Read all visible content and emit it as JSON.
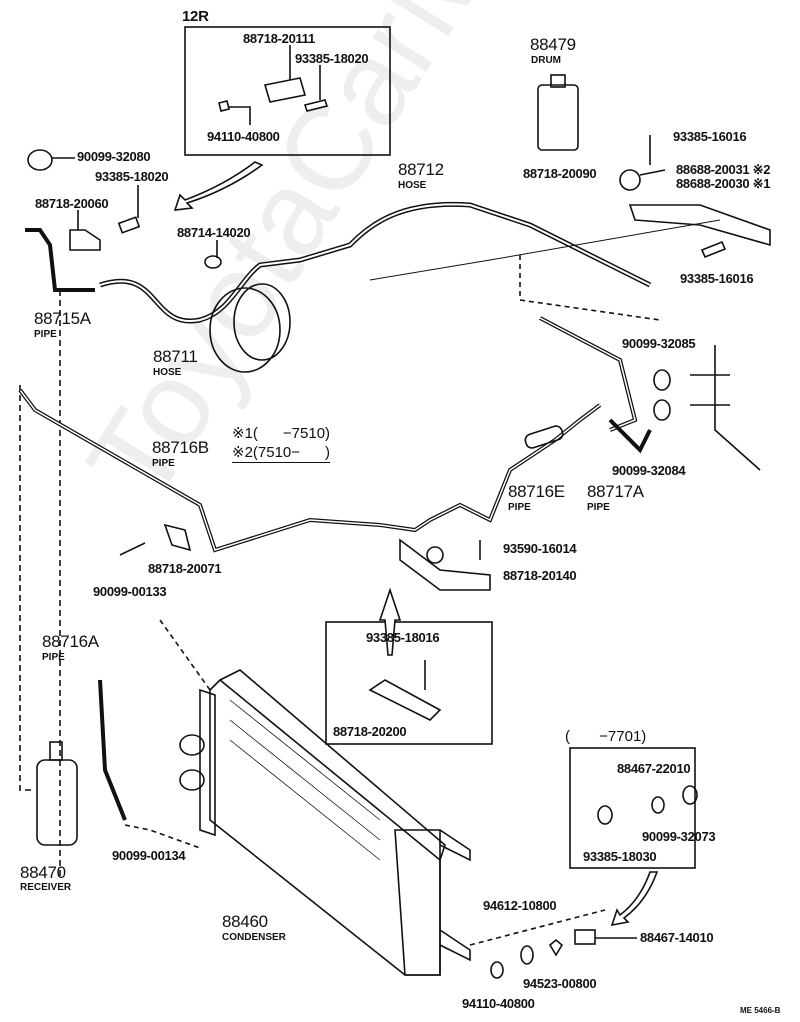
{
  "inset_12r": {
    "title": "12R",
    "labels": [
      "88718-20111",
      "93385-18020",
      "94110-40800"
    ]
  },
  "parts": {
    "p90099_32080": "90099-32080",
    "p93385_18020": "93385-18020",
    "p88718_20060": "88718-20060",
    "p88714_14020": "88714-14020",
    "p88715A": {
      "num": "88715A",
      "name": "PIPE"
    },
    "p88711": {
      "num": "88711",
      "name": "HOSE"
    },
    "p88479": {
      "num": "88479",
      "name": "DRUM"
    },
    "p93385_16016a": "93385-16016",
    "p88718_20090": "88718-20090",
    "p88688_20031": "88688-20031 ※2",
    "p88688_20030": "88688-20030 ※1",
    "p88712": {
      "num": "88712",
      "name": "HOSE"
    },
    "p93385_16016b": "93385-16016",
    "p90099_32085": "90099-32085",
    "p88716B": {
      "num": "88716B",
      "name": "PIPE"
    },
    "p90099_32084": "90099-32084",
    "p88716E": {
      "num": "88716E",
      "name": "PIPE"
    },
    "p88717A": {
      "num": "88717A",
      "name": "PIPE"
    },
    "p93590_16014": "93590-16014",
    "p88718_20140": "88718-20140",
    "p88718_20071": "88718-20071",
    "p90099_00133": "90099-00133",
    "p88716A": {
      "num": "88716A",
      "name": "PIPE"
    },
    "p90099_00134": "90099-00134",
    "p88470": {
      "num": "88470",
      "name": "RECEIVER"
    },
    "p88460": {
      "num": "88460",
      "name": "CONDENSER"
    },
    "p94612_10800": "94612-10800",
    "p88467_14010": "88467-14010",
    "p94523_00800": "94523-00800",
    "p94110_40800": "94110-40800"
  },
  "notes": {
    "n1": "※1(      −7510)",
    "n2": "※2(7510−      )"
  },
  "inset_bracket": {
    "labels": [
      "93385-18016",
      "88718-20200"
    ]
  },
  "inset_7701": {
    "title": "(       −7701)",
    "labels": [
      "88467-22010",
      "90099-32073",
      "93385-18030"
    ]
  },
  "footer": {
    "code": "ME 5466-B"
  },
  "watermark": "ToyotaCarMine.ru"
}
